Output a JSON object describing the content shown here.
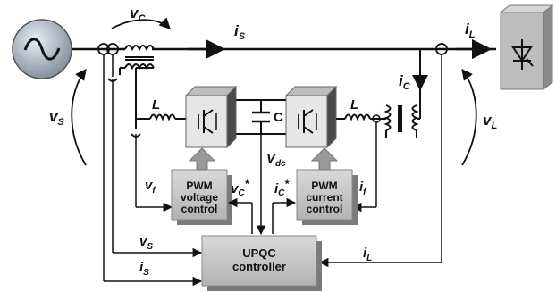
{
  "labels": {
    "vc": "v",
    "vc_sub": "C",
    "is": "i",
    "is_sub": "S",
    "il": "i",
    "il_sub": "L",
    "ic": "i",
    "ic_sub": "C",
    "vs": "v",
    "vs_sub": "S",
    "vl": "v",
    "vl_sub": "L",
    "L1": "L",
    "L2": "L",
    "C": "C",
    "vdc": "V",
    "vdc_sub": "dc",
    "vf": "v",
    "vf_sub": "f",
    "vc_ref": "v",
    "vc_ref_sub": "C",
    "vc_ref_star": "*",
    "ic_ref": "i",
    "ic_ref_sub": "C",
    "ic_ref_star": "*",
    "if": "i",
    "if_sub": "f",
    "vs2": "v",
    "vs2_sub": "S",
    "is2": "i",
    "is2_sub": "S",
    "il2": "i",
    "il2_sub": "L"
  },
  "blocks": {
    "pwm_voltage": [
      "PWM",
      "voltage",
      "control"
    ],
    "pwm_current": [
      "PWM",
      "current",
      "control"
    ],
    "upqc": [
      "UPQC",
      "controller"
    ]
  },
  "colors": {
    "line": "#111111",
    "block_face": "#c8c8c8",
    "block_shadow": "#7a7a7a",
    "source_fill": "#a9b4c2",
    "load_fill": "#bdbdbd",
    "inverter_front": "#e6e6e6",
    "inverter_side": "#555555"
  },
  "icons": [
    "ac-source-icon",
    "load-rectifier-icon",
    "inverter-switch-icon",
    "transformer-icon",
    "inductor-icon",
    "capacitor-icon"
  ]
}
